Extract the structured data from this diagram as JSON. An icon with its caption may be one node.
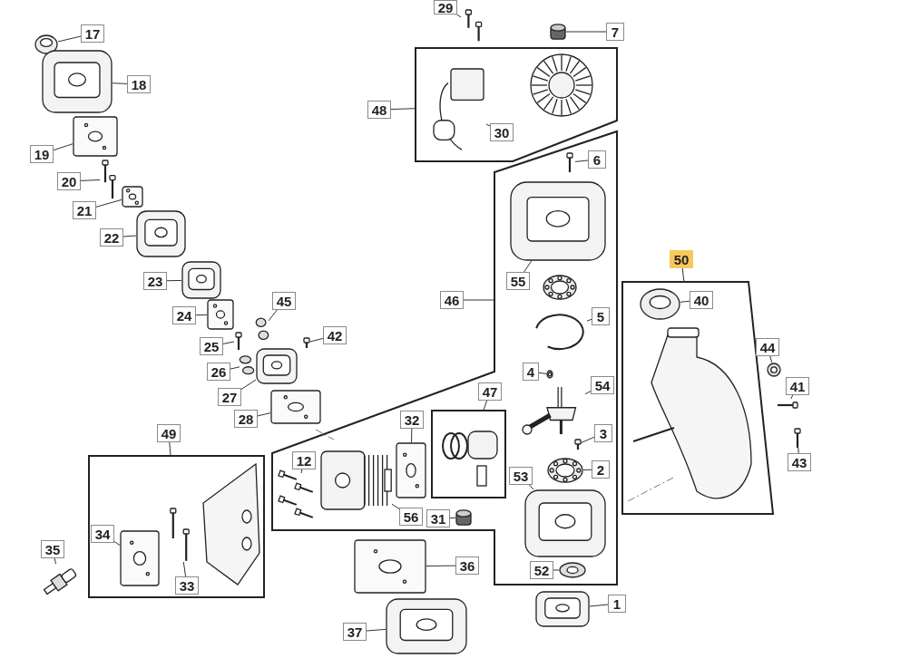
{
  "diagram": {
    "nodes": [
      {
        "text": [
          "17"
        ]
      },
      {
        "text": [],
        "shape": "picture"
      },
      {
        "text": [
          "18"
        ]
      },
      {
        "text": [],
        "shape": "picture"
      },
      {
        "text": [
          "19"
        ]
      },
      {
        "text": [],
        "shape": "picture"
      },
      {
        "text": [
          "20"
        ]
      },
      {
        "text": [],
        "shape": "picture"
      },
      {
        "text": [
          "21"
        ]
      },
      {
        "text": [],
        "shape": "picture"
      },
      {
        "text": [
          "22"
        ]
      },
      {
        "text": [],
        "shape": "picture"
      },
      {
        "text": [
          "23"
        ]
      },
      {
        "text": [],
        "shape": "picture"
      },
      {
        "text": [
          "24"
        ]
      },
      {
        "text": [],
        "shape": "picture"
      },
      {
        "text": [
          "25"
        ]
      },
      {
        "text": [],
        "shape": "picture"
      },
      {
        "text": [
          "45"
        ]
      },
      {
        "text": [],
        "shape": "picture"
      },
      {
        "text": [
          "26"
        ]
      },
      {
        "text": [],
        "shape": "picture"
      },
      {
        "text": [
          "42"
        ]
      },
      {
        "text": [],
        "shape": "picture"
      },
      {
        "text": [
          "27"
        ]
      },
      {
        "text": [],
        "shape": "picture"
      },
      {
        "text": [
          "28"
        ]
      },
      {
        "text": [],
        "shape": "picture"
      },
      {
        "text": [
          "29"
        ]
      },
      {
        "text": [],
        "shape": "picture"
      },
      {
        "text": [
          "7"
        ]
      },
      {
        "text": [],
        "shape": "cylinder"
      },
      {
        "text": [
          "48"
        ]
      },
      {
        "text": [],
        "shape": "box"
      },
      {
        "text": [
          "30"
        ],
        "in": 33
      },
      {
        "text": [],
        "shape": "picture",
        "in": 33
      },
      {
        "text": [
          "46"
        ]
      },
      {
        "text": [],
        "shape": "box"
      },
      {
        "text": [
          "6"
        ],
        "in": 37
      },
      {
        "text": [],
        "shape": "picture",
        "in": 37
      },
      {
        "text": [
          "55"
        ],
        "in": 37
      },
      {
        "text": [],
        "shape": "picture",
        "in": 37
      },
      {
        "text": [
          "5"
        ],
        "in": 37
      },
      {
        "text": [],
        "shape": "picture",
        "in": 37
      },
      {
        "text": [
          "4"
        ],
        "in": 37
      },
      {
        "text": [],
        "shape": "picture",
        "in": 37
      },
      {
        "text": [
          "54"
        ],
        "in": 37
      },
      {
        "text": [],
        "shape": "picture",
        "in": 37
      },
      {
        "text": [
          "3"
        ],
        "in": 37
      },
      {
        "text": [],
        "shape": "picture",
        "in": 37
      },
      {
        "text": [
          "2"
        ],
        "in": 37
      },
      {
        "text": [],
        "shape": "picture",
        "in": 37
      },
      {
        "text": [
          "53"
        ],
        "in": 37
      },
      {
        "text": [],
        "shape": "picture",
        "in": 37
      },
      {
        "text": [
          "52"
        ],
        "in": 37
      },
      {
        "text": [],
        "shape": "picture",
        "in": 37
      },
      {
        "text": [
          "47"
        ],
        "in": 37
      },
      {
        "text": [],
        "shape": "box",
        "in": 37
      },
      {
        "text": [
          "32"
        ],
        "in": 37
      },
      {
        "text": [],
        "shape": "picture",
        "in": 37
      },
      {
        "text": [
          "12"
        ],
        "in": 37
      },
      {
        "text": [],
        "shape": "picture",
        "in": 37
      },
      {
        "text": [],
        "shape": "picture",
        "in": 37
      },
      {
        "text": [
          "56"
        ],
        "in": 37
      },
      {
        "text": [
          "31"
        ],
        "in": 37
      },
      {
        "text": [],
        "shape": "cylinder",
        "in": 37
      },
      {
        "text": [
          "50"
        ]
      },
      {
        "text": [],
        "shape": "box"
      },
      {
        "text": [
          "40"
        ],
        "in": 67
      },
      {
        "text": [],
        "shape": "picture",
        "in": 67
      },
      {
        "text": [
          "44"
        ]
      },
      {
        "text": [],
        "shape": "picture"
      },
      {
        "text": [
          "41"
        ]
      },
      {
        "text": [],
        "shape": "picture"
      },
      {
        "text": [
          "43"
        ]
      },
      {
        "text": [],
        "shape": "picture"
      },
      {
        "text": [
          "49"
        ]
      },
      {
        "text": [],
        "shape": "box"
      },
      {
        "text": [
          "34"
        ],
        "in": 77
      },
      {
        "text": [],
        "shape": "picture",
        "in": 77
      },
      {
        "text": [
          "33"
        ],
        "in": 77
      },
      {
        "text": [],
        "shape": "picture",
        "in": 77
      },
      {
        "text": [
          "35"
        ]
      },
      {
        "text": [],
        "shape": "picture"
      },
      {
        "text": [
          "36"
        ]
      },
      {
        "text": [],
        "shape": "picture"
      },
      {
        "text": [
          "37"
        ]
      },
      {
        "text": [],
        "shape": "picture"
      },
      {
        "text": [
          "1"
        ]
      },
      {
        "text": [],
        "shape": "picture"
      }
    ],
    "edges": [
      {
        "from": 0,
        "to": 1,
        "arrow": "none"
      },
      {
        "from": 2,
        "to": 3,
        "arrow": "none"
      },
      {
        "from": 4,
        "to": 5,
        "arrow": "none"
      },
      {
        "from": 6,
        "to": 7,
        "arrow": "none"
      },
      {
        "from": 8,
        "to": 9,
        "arrow": "none"
      },
      {
        "from": 10,
        "to": 11,
        "arrow": "none"
      },
      {
        "from": 12,
        "to": 13,
        "arrow": "none"
      },
      {
        "from": 14,
        "to": 15,
        "arrow": "none"
      },
      {
        "from": 16,
        "to": 17,
        "arrow": "none"
      },
      {
        "from": 18,
        "to": 19,
        "arrow": "none"
      },
      {
        "from": 20,
        "to": 21,
        "arrow": "none"
      },
      {
        "from": 22,
        "to": 23,
        "arrow": "none"
      },
      {
        "from": 24,
        "to": 25,
        "arrow": "none"
      },
      {
        "from": 26,
        "to": 27,
        "arrow": "none"
      },
      {
        "from": 28,
        "to": 29,
        "arrow": "none"
      },
      {
        "from": 30,
        "to": 31,
        "arrow": "none"
      },
      {
        "from": 32,
        "to": 33,
        "arrow": "none"
      },
      {
        "from": 34,
        "to": 35,
        "arrow": "none"
      },
      {
        "from": 36,
        "to": 37,
        "arrow": "none"
      },
      {
        "from": 38,
        "to": 39,
        "arrow": "none"
      },
      {
        "from": 40,
        "to": 41,
        "arrow": "none"
      },
      {
        "from": 42,
        "to": 43,
        "arrow": "none"
      },
      {
        "from": 44,
        "to": 45,
        "arrow": "none"
      },
      {
        "from": 46,
        "to": 47,
        "arrow": "none"
      },
      {
        "from": 48,
        "to": 49,
        "arrow": "none"
      },
      {
        "from": 50,
        "to": 51,
        "arrow": "none"
      },
      {
        "from": 52,
        "to": 53,
        "arrow": "none"
      },
      {
        "from": 54,
        "to": 55,
        "arrow": "none"
      },
      {
        "from": 56,
        "to": 57,
        "arrow": "none"
      },
      {
        "from": 58,
        "to": 59,
        "arrow": "none"
      },
      {
        "from": 60,
        "to": 61,
        "arrow": "none"
      },
      {
        "from": 63,
        "to": 62,
        "arrow": "none"
      },
      {
        "from": 64,
        "to": 65,
        "arrow": "none"
      },
      {
        "from": 66,
        "to": 67,
        "arrow": "none"
      },
      {
        "from": 68,
        "to": 69,
        "arrow": "none"
      },
      {
        "from": 70,
        "to": 71,
        "arrow": "none"
      },
      {
        "from": 72,
        "to": 73,
        "arrow": "none"
      },
      {
        "from": 74,
        "to": 75,
        "arrow": "none"
      },
      {
        "from": 76,
        "to": 77,
        "arrow": "none"
      },
      {
        "from": 78,
        "to": 79,
        "arrow": "none"
      },
      {
        "from": 80,
        "to": 81,
        "arrow": "none"
      },
      {
        "from": 82,
        "to": 83,
        "arrow": "none"
      },
      {
        "from": 84,
        "to": 85,
        "arrow": "none"
      },
      {
        "from": 86,
        "to": 87,
        "arrow": "none"
      },
      {
        "from": 88,
        "to": 89,
        "arrow": "none"
      }
    ]
  }
}
